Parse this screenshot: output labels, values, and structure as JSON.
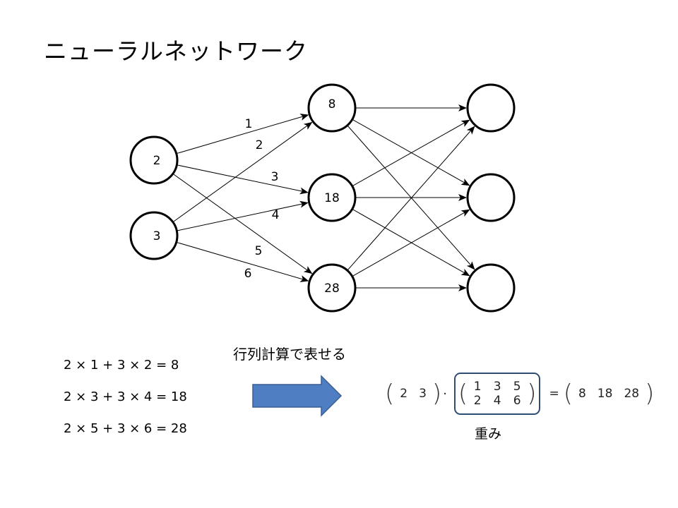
{
  "title": "ニューラルネットワーク",
  "network": {
    "input_nodes": [
      "2",
      "3"
    ],
    "hidden_nodes": [
      "8",
      "18",
      "28"
    ],
    "output_nodes": [
      "",
      "",
      ""
    ],
    "weights": [
      "1",
      "2",
      "3",
      "4",
      "5",
      "6"
    ]
  },
  "equations": [
    "2 × 1 + 3 × 2 = 8",
    "2 × 3 + 3 × 4 = 18",
    "2 × 5 + 3 × 6 = 28"
  ],
  "caption": "行列計算で表せる",
  "arrow_color": "#4f7fc2",
  "matrix": {
    "vector": [
      "2",
      "3"
    ],
    "weights": [
      [
        "1",
        "3",
        "5"
      ],
      [
        "2",
        "4",
        "6"
      ]
    ],
    "result": [
      "8",
      "18",
      "28"
    ],
    "dot": "·",
    "equals": "=",
    "box_color": "#2f4d73",
    "label": "重み"
  }
}
